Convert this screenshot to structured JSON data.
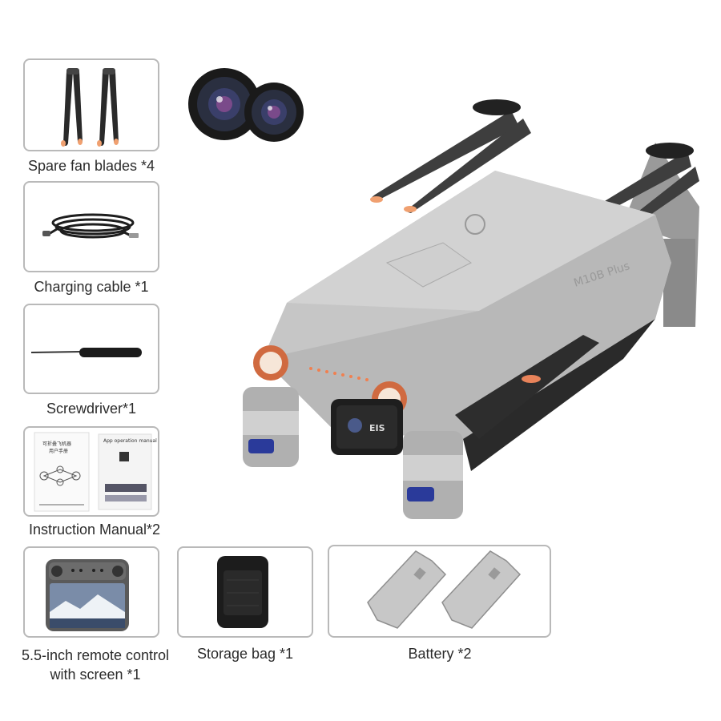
{
  "items": [
    {
      "id": "blades",
      "label": "Spare fan blades *4"
    },
    {
      "id": "cable",
      "label": "Charging cable *1"
    },
    {
      "id": "driver",
      "label": "Screwdriver*1"
    },
    {
      "id": "manual",
      "label": "Instruction Manual*2"
    },
    {
      "id": "remote",
      "label_line1": "5.5-inch remote control",
      "label_line2": "with screen *1"
    },
    {
      "id": "bag",
      "label": "Storage bag *1"
    },
    {
      "id": "battery",
      "label": "Battery *2"
    }
  ],
  "drone": {
    "model_text": "M10B Plus",
    "camera_badge": "EIS"
  },
  "manual": {
    "title_cn": "可折叠飞机器",
    "subtitle_cn": "用户手册",
    "heading": "App operation manual"
  },
  "colors": {
    "drone_body": "#bdbdbd",
    "accent_orange": "#f0a070",
    "border": "#b9b9b9"
  },
  "icons": [
    "propeller-icon",
    "camera-lens-icon",
    "usb-cable-icon",
    "screwdriver-icon",
    "manual-icon",
    "remote-control-icon",
    "storage-bag-icon",
    "battery-icon",
    "drone-image"
  ]
}
